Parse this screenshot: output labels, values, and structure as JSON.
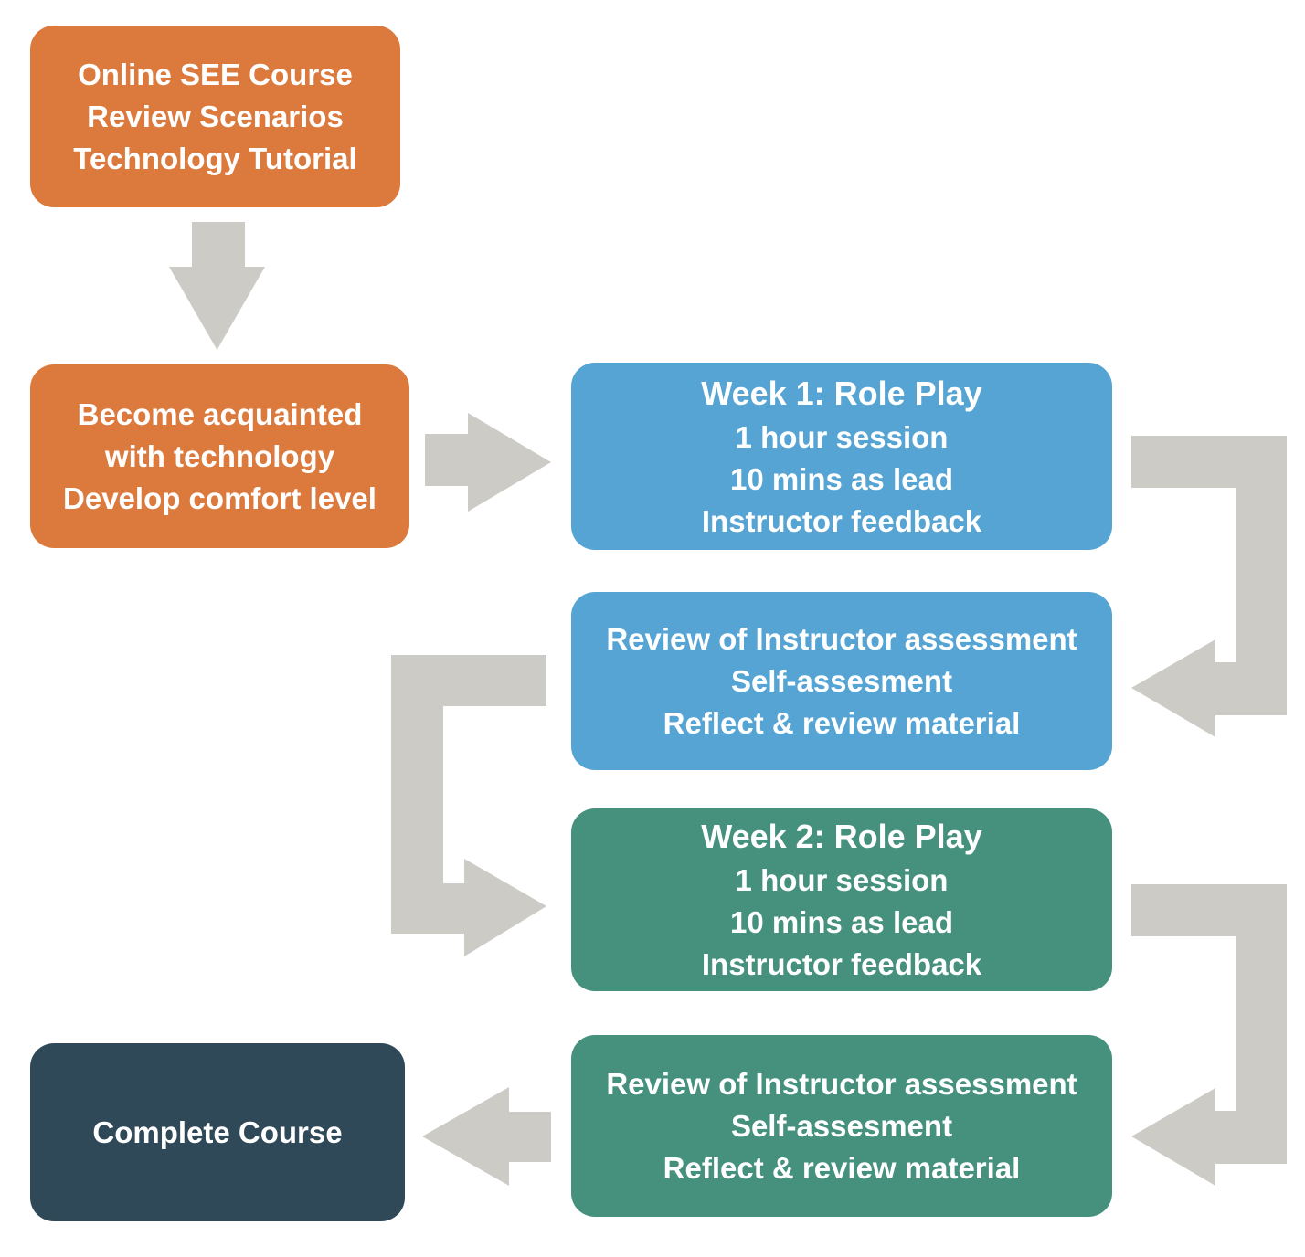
{
  "colors": {
    "orange": "#DC7A3E",
    "blue": "#55A4D3",
    "green": "#45917E",
    "navy": "#2F4959",
    "arrow": "#CDCBC6",
    "text": "#FFFFFF",
    "background": "#FFFFFF"
  },
  "nodes": [
    {
      "id": "online-see-course",
      "color": "orange",
      "lines": [
        "Online SEE Course",
        "Review Scenarios",
        "Technology Tutorial"
      ]
    },
    {
      "id": "become-acquainted",
      "color": "orange",
      "lines": [
        "Become acquainted",
        "with technology",
        "Develop comfort level"
      ]
    },
    {
      "id": "week1-role-play",
      "color": "blue",
      "title": "Week 1: Role Play",
      "lines": [
        "1 hour session",
        "10 mins as lead",
        "Instructor feedback"
      ]
    },
    {
      "id": "week1-review",
      "color": "blue",
      "lines": [
        "Review of Instructor assessment",
        "Self-assesment",
        "Reflect & review material"
      ]
    },
    {
      "id": "week2-role-play",
      "color": "green",
      "title": "Week 2: Role Play",
      "lines": [
        "1 hour session",
        "10 mins as lead",
        "Instructor feedback"
      ]
    },
    {
      "id": "week2-review",
      "color": "green",
      "lines": [
        "Review of Instructor assessment",
        "Self-assesment",
        "Reflect & review material"
      ]
    },
    {
      "id": "complete-course",
      "color": "navy",
      "lines": [
        "Complete Course"
      ]
    }
  ],
  "arrows": [
    {
      "from": "online-see-course",
      "to": "become-acquainted",
      "shape": "block-arrow-down"
    },
    {
      "from": "become-acquainted",
      "to": "week1-role-play",
      "shape": "block-arrow-right"
    },
    {
      "from": "week1-role-play",
      "to": "week1-review",
      "shape": "elbow-down-arrow-left"
    },
    {
      "from": "week1-review",
      "to": "week2-role-play",
      "shape": "elbow-down-arrow-right"
    },
    {
      "from": "week2-role-play",
      "to": "week2-review",
      "shape": "elbow-down-arrow-left"
    },
    {
      "from": "week2-review",
      "to": "complete-course",
      "shape": "block-arrow-left"
    }
  ]
}
